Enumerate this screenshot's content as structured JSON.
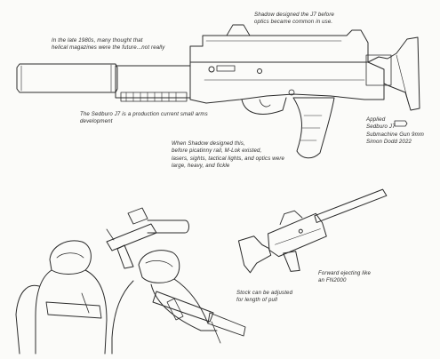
{
  "annotations": {
    "shadow_j7": [
      "Shadow designed the J7 before",
      "optics became common in use."
    ],
    "helical": [
      "In the late 1980s, many thought that",
      "helical magazines were the future...not really"
    ],
    "production": [
      "The Sedburo J7 is a production current small arms",
      "development"
    ],
    "applied": [
      "Applied",
      "Sedburo J7",
      "Submachine Gun 9mm",
      "Simon Dodd 2022"
    ],
    "picatinny": [
      "When Shadow designed this,",
      "before picatinny rail, M-Lok existed,",
      "lasers, sights, tactical lights, and optics were",
      "large, heavy, and fickle"
    ],
    "stock": [
      "Stock can be adjusted",
      "for length of pull"
    ],
    "ejecting": [
      "Forward ejecting like",
      "an FN2000"
    ]
  },
  "colors": {
    "paper": "#fbfbf9",
    "pencil": "#2b2b2b",
    "light_pencil": "#6a6a6a"
  }
}
